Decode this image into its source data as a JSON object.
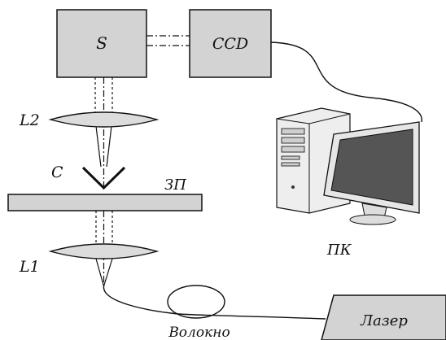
{
  "diagram": {
    "labels": {
      "s": "S",
      "ccd": "CCD",
      "l2": "L2",
      "c": "C",
      "zp": "ЗП",
      "l1": "L1",
      "pk": "ПК",
      "laser": "Лазер",
      "fiber": "Волокно"
    },
    "colors": {
      "box_fill": "#d3d3d3",
      "lens_fill": "#dcdcdc",
      "stroke": "#111111",
      "monitor_screen": "#555555",
      "computer_body": "#eeeeee"
    }
  }
}
